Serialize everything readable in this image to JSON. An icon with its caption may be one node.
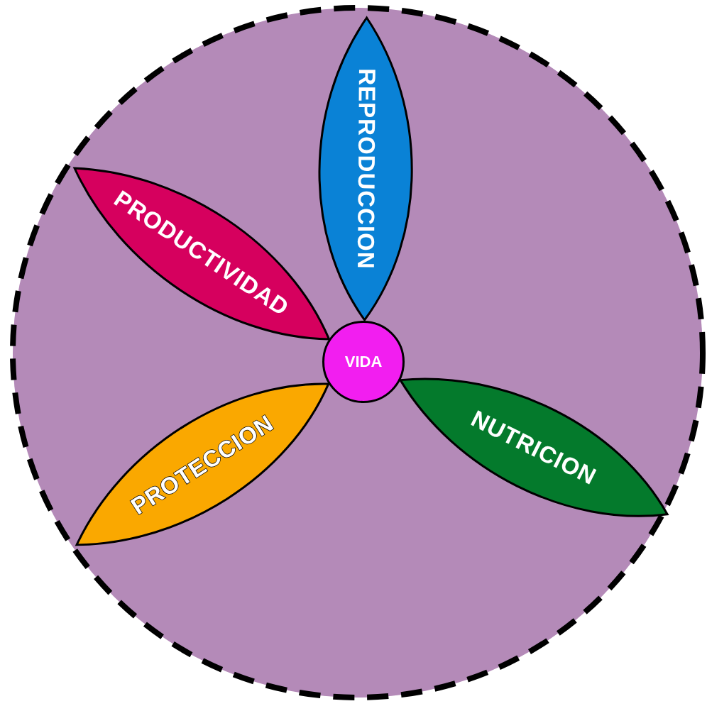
{
  "diagram": {
    "nodes": [
      {
        "text": [],
        "shape": "circle"
      },
      {
        "text": [
          "REPRODUCCION"
        ],
        "in": 0
      },
      {
        "text": [
          "PRODUCTIVIDAD"
        ],
        "in": 0
      },
      {
        "text": [
          "VIDA"
        ],
        "in": 0
      },
      {
        "text": [
          "NUTRICION"
        ],
        "in": 0
      },
      {
        "text": [
          "PROTECCION"
        ],
        "in": 0
      }
    ]
  }
}
